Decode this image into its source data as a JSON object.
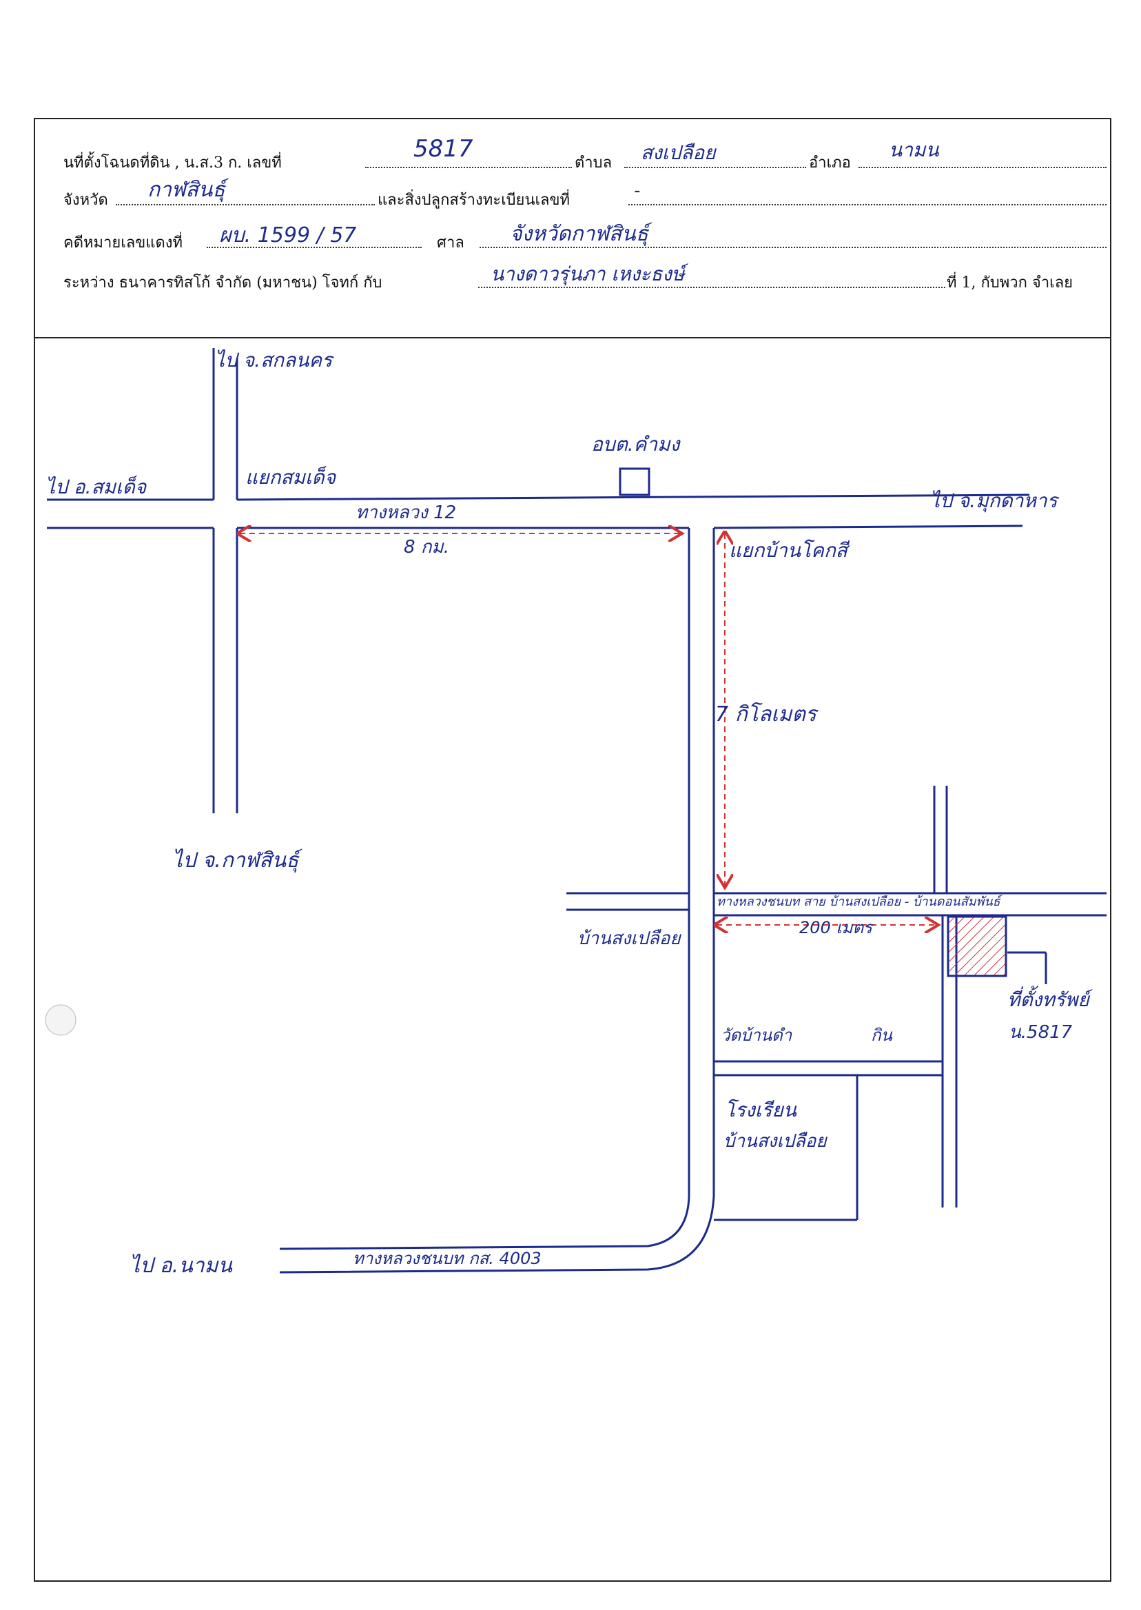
{
  "header": {
    "row1": {
      "label_deed": "นที่ตั้งโฉนดที่ดิน , น.ส.3 ก. เลขที่",
      "deed_no": "5817",
      "label_tambon": "ตำบล",
      "tambon": "สงเปลือย",
      "label_amphoe": "อำเภอ",
      "amphoe": "นามน"
    },
    "row2": {
      "label_province": "จังหวัด",
      "province": "กาฬสินธุ์",
      "label_building": "และสิ่งปลูกสร้างทะเบียนเลขที่",
      "building_no": "-"
    },
    "row3": {
      "label_case": "คดีหมายเลขแดงที่",
      "case_no": "ผบ. 1599 / 57",
      "label_court": "ศาล",
      "court": "จังหวัดกาฬสินธุ์"
    },
    "row4": {
      "label_between": "ระหว่าง  ธนาคารทิสโก้  จำกัด  (มหาชน)  โจทก์  กับ",
      "defendant": "นางดาวรุ่นภา  เหงะธงษ์",
      "label_tail": "ที่ 1, กับพวก  จำเลย"
    }
  },
  "map": {
    "to_sakon": "ไป จ.สกลนคร",
    "to_somdet": "ไป อ.สมเด็จ",
    "junction_somdet": "แยกสมเด็จ",
    "tambon_office": "อบต.คำมง",
    "highway": "ทางหลวง 12",
    "to_mukdahan": "ไป จ.มุกดาหาร",
    "distance_8km": "8 กม.",
    "junction_khok": "แยกบ้านโคกสี",
    "distance_7km": "7 กิโลเมตร",
    "to_kalasin": "ไป จ.กาฬสินธุ์",
    "village_road": "ทางหลวงชนบท สาย บ้านสงเปลือย - บ้านดอนสัมพันธ์",
    "village": "บ้านสงเปลือย",
    "distance_200m": "200 เมตร",
    "land_label": "ที่ตั้งทรัพย์",
    "land_deed": "น.5817",
    "temple": "วัดบ้านดำ",
    "shop": "กิน",
    "school_1": "โรงเรียน",
    "school_2": "บ้านสงเปลือย",
    "to_namon": "ไป อ.นามน",
    "rural_road": "ทางหลวงชนบท กส. 4003"
  },
  "colors": {
    "ink": "#1d2a8c",
    "dimension": "#d23232",
    "hatch": "#d23232",
    "frame": "#222222"
  }
}
